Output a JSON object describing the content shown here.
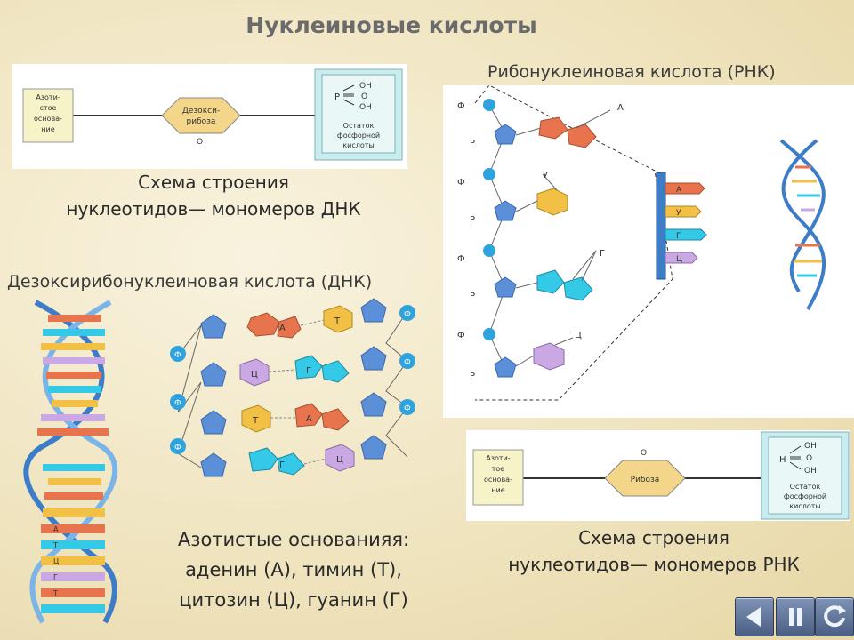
{
  "title": "Нуклеиновые кислоты",
  "dna_scheme": {
    "base_label": [
      "Азоти-",
      "стое",
      "основа-",
      "ние"
    ],
    "sugar_label": [
      "Дезокси-",
      "рибоза"
    ],
    "sugar_o": "O",
    "phosphate_p": "P",
    "phosphate_oh1": "OH",
    "phosphate_o": "O",
    "phosphate_oh2": "OH",
    "phosphate_label": [
      "Остаток",
      "фосфорной",
      "кислоты"
    ],
    "caption_line1": "Схема строения",
    "caption_line2": "нуклеотидов— мономеров ДНК"
  },
  "rna_header": "Рибонуклеиновая кислота (РНК)",
  "dna_header": "Дезоксирибонуклеиновая кислота (ДНК)",
  "rna_diagram": {
    "phosphate_labels": [
      "Ф",
      "Ф",
      "Ф",
      "Ф"
    ],
    "sugar_labels": [
      "Р",
      "Р",
      "Р",
      "Р"
    ],
    "base_labels": [
      "А",
      "У",
      "Г",
      "Ц"
    ],
    "strip_labels": [
      "А",
      "У",
      "Г",
      "Ц"
    ]
  },
  "dna_diagram": {
    "phosphate_label": "Ф",
    "pair_labels_top": [
      "А",
      "Т"
    ],
    "pair_labels_mid": [
      "Ц",
      "Г"
    ],
    "pair_labels_mid2": [
      "Т",
      "А"
    ],
    "pair_labels_bot": [
      "Г",
      "Ц"
    ],
    "helix_labels": [
      "А",
      "Т",
      "Ц",
      "Г",
      "Т"
    ]
  },
  "bases_caption": {
    "line1": "Азотистые основанияя:",
    "line2": "аденин (А), тимин (Т),",
    "line3": "цитозин (Ц), гуанин (Г)"
  },
  "rna_scheme": {
    "base_label": [
      "Азоти-",
      "тое",
      "основа-",
      "ние"
    ],
    "sugar_label": "Рибоза",
    "sugar_o": "O",
    "phosphate_h": "H",
    "phosphate_oh1": "OH",
    "phosphate_o": "O",
    "phosphate_oh2": "OH",
    "phosphate_label": [
      "Остаток",
      "фосфорной",
      "кислоты"
    ],
    "caption_line1": "Схема строения",
    "caption_line2": "нуклеотидов— мономеров РНК"
  },
  "nav": [
    "back-icon",
    "pause-icon",
    "replay-icon"
  ],
  "colors": {
    "adenine": "#e8744e",
    "thymine": "#f2c044",
    "cytosine": "#c9a8e3",
    "guanine": "#35c9e8",
    "uracil": "#f2c044",
    "sugar": "#5b8fd8",
    "phosphate": "#2fa3de"
  }
}
